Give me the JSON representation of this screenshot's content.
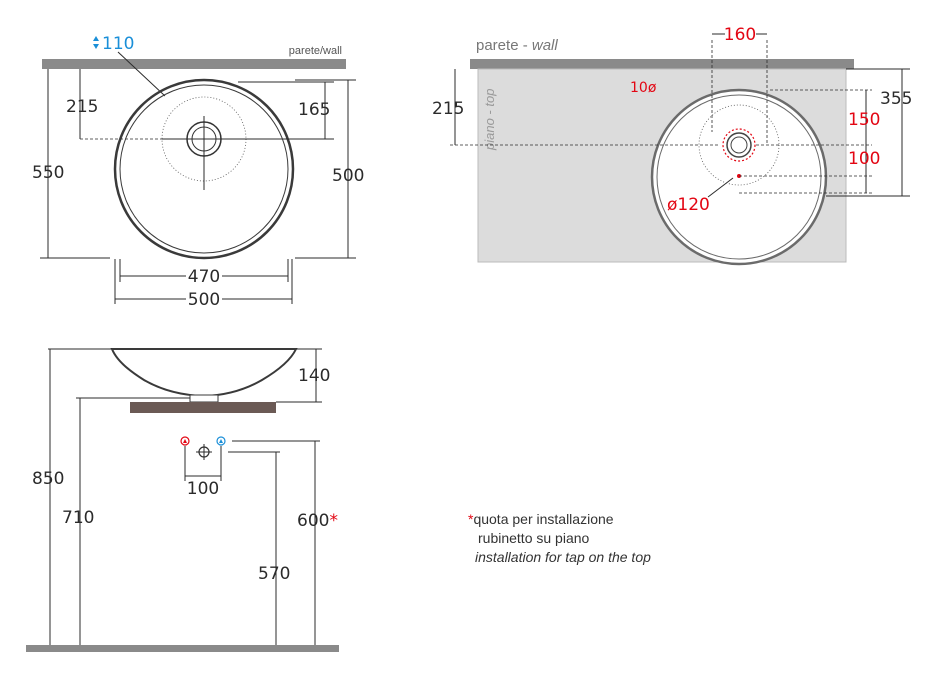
{
  "top_view": {
    "wall_label": "parete/wall",
    "dim_110": "110",
    "dim_215": "215",
    "dim_165": "165",
    "dim_550": "550",
    "dim_500_right": "500",
    "dim_470": "470",
    "dim_500_bottom": "500"
  },
  "plan_view": {
    "wall_label_it": "parete - ",
    "wall_label_en": "wall",
    "top_label": "piano - top",
    "dim_160": "160",
    "dim_10": "10ø",
    "dim_215": "215",
    "dim_355": "355",
    "dim_150": "150",
    "dim_100": "100",
    "dim_120": "ø120"
  },
  "side_view": {
    "dim_140": "140",
    "dim_850": "850",
    "dim_710": "710",
    "dim_100": "100",
    "dim_600": "600",
    "dim_600_mark": "*",
    "dim_570": "570"
  },
  "note": {
    "mark": "*",
    "line1": "quota per installazione",
    "line2": "rubinetto su piano",
    "line3": "installation for tap on the top"
  },
  "colors": {
    "wall": "#8a8a8a",
    "counter": "#6b5a55",
    "top_fill": "#dcdcdc",
    "red": "#e30613",
    "blue": "#1a8fd8"
  }
}
